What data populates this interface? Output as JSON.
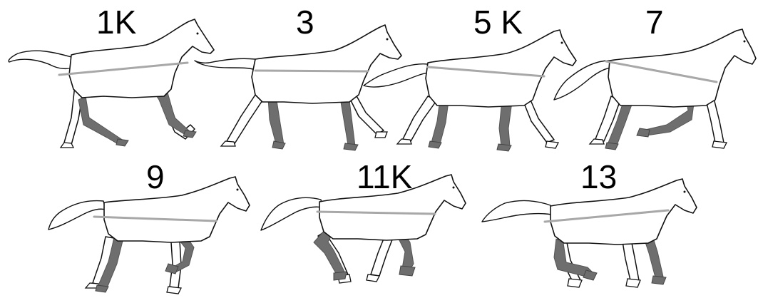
{
  "frames": [
    {
      "label": "1K"
    },
    {
      "label": "3"
    },
    {
      "label": "5 K"
    },
    {
      "label": "7"
    },
    {
      "label": "9"
    },
    {
      "label": "11K"
    },
    {
      "label": "13"
    }
  ],
  "colors": {
    "outline": "#111111",
    "grey_legs": "#6e6e6e",
    "axis_line": "#a8a8a8",
    "background": "#ffffff"
  }
}
